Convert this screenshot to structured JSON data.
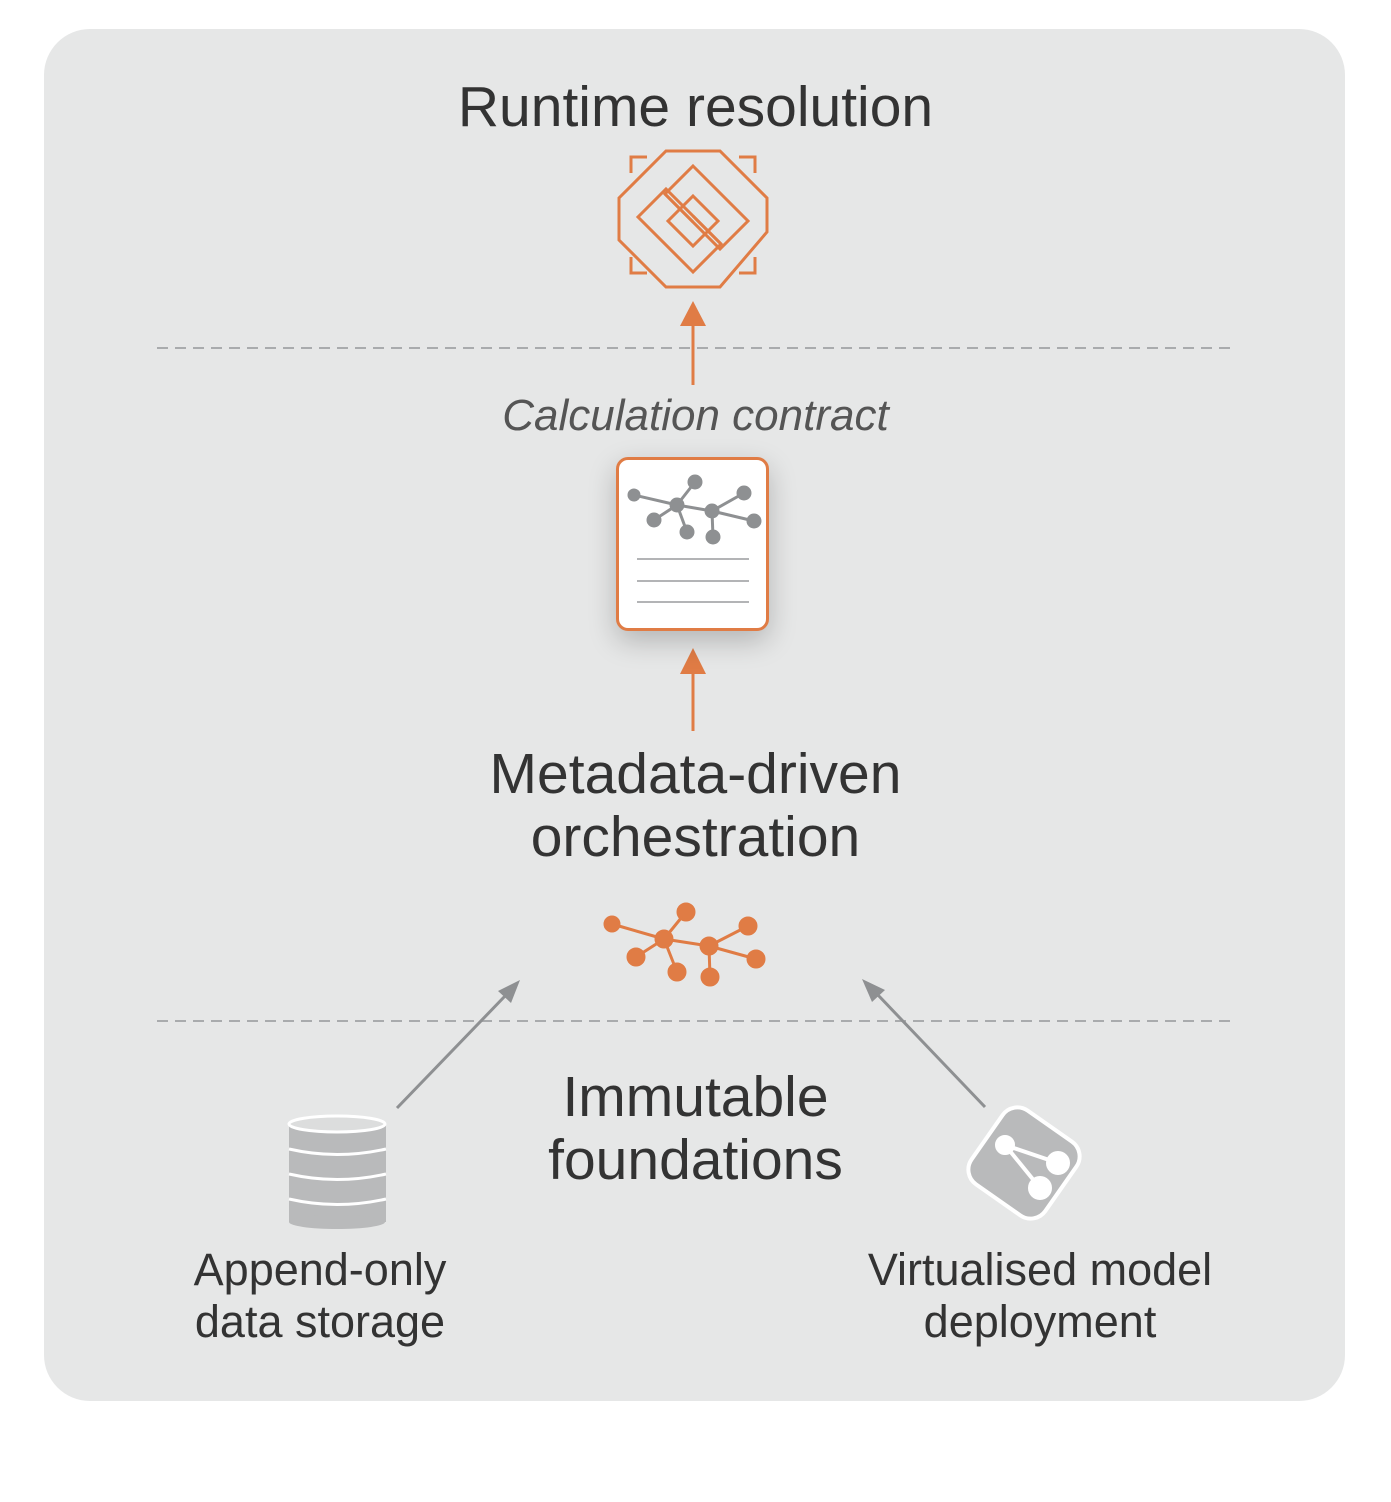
{
  "runtime": {
    "title": "Runtime resolution"
  },
  "contract": {
    "label": "Calculation contract"
  },
  "orchestration": {
    "title_line1": "Metadata-driven",
    "title_line2": "orchestration"
  },
  "foundations": {
    "title_line1": "Immutable",
    "title_line2": "foundations"
  },
  "storage": {
    "caption_line1": "Append-only",
    "caption_line2": "data storage"
  },
  "deployment": {
    "caption_line1": "Virtualised model",
    "caption_line2": "deployment"
  },
  "colors": {
    "accent": "#e07c45",
    "panel": "#e6e7e7",
    "gray_arrow": "#8e9092",
    "text": "#333333"
  },
  "icons": {
    "runtime": "interlocking-octagon-icon",
    "contract": "document-graph-icon",
    "orchestration": "node-graph-icon",
    "storage": "database-icon",
    "deployment": "git-branch-icon"
  }
}
